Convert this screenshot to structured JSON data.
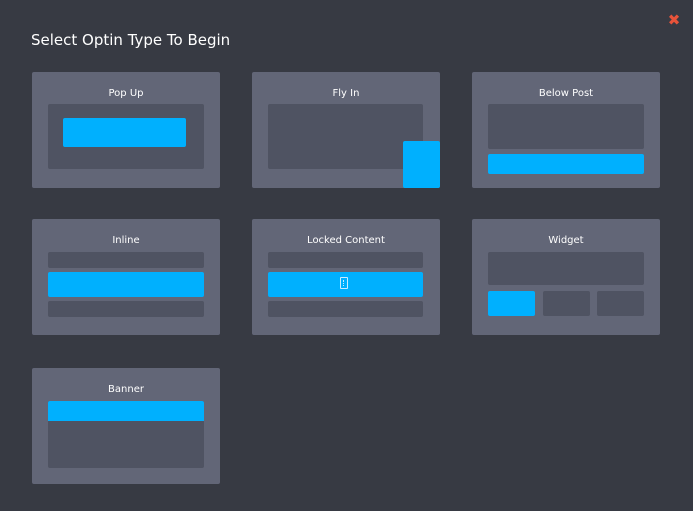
{
  "title": "Select Optin Type To Begin",
  "close_icon": "close-icon",
  "colors": {
    "background": "#373a43",
    "card": "#626677",
    "inset": "#4f5362",
    "accent": "#00b0fe",
    "close": "#e8533a"
  },
  "optin_types": [
    {
      "label": "Pop Up"
    },
    {
      "label": "Fly In"
    },
    {
      "label": "Below Post"
    },
    {
      "label": "Inline"
    },
    {
      "label": "Locked Content",
      "icon": "lock-icon"
    },
    {
      "label": "Widget"
    },
    {
      "label": "Banner"
    }
  ]
}
